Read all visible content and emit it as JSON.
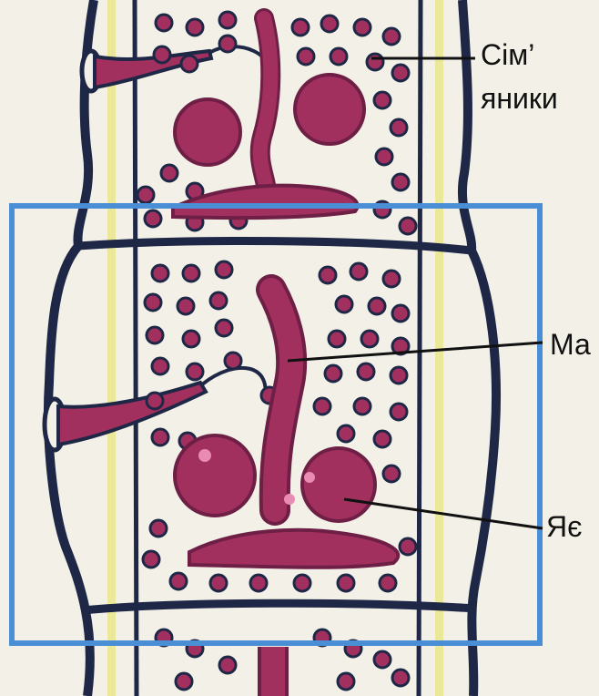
{
  "labels": {
    "testes_line1": "Сім’",
    "testes_line2": "яники",
    "uterus": "Ма",
    "ovaries": "Яє"
  },
  "colors": {
    "background": "#f3f1e7",
    "outline": "#1f2747",
    "organ": "#a1305e",
    "organ_dark": "#6e1f45",
    "highlight_frame": "#4a8ed6",
    "lateral_stripe": "#ece89a"
  }
}
